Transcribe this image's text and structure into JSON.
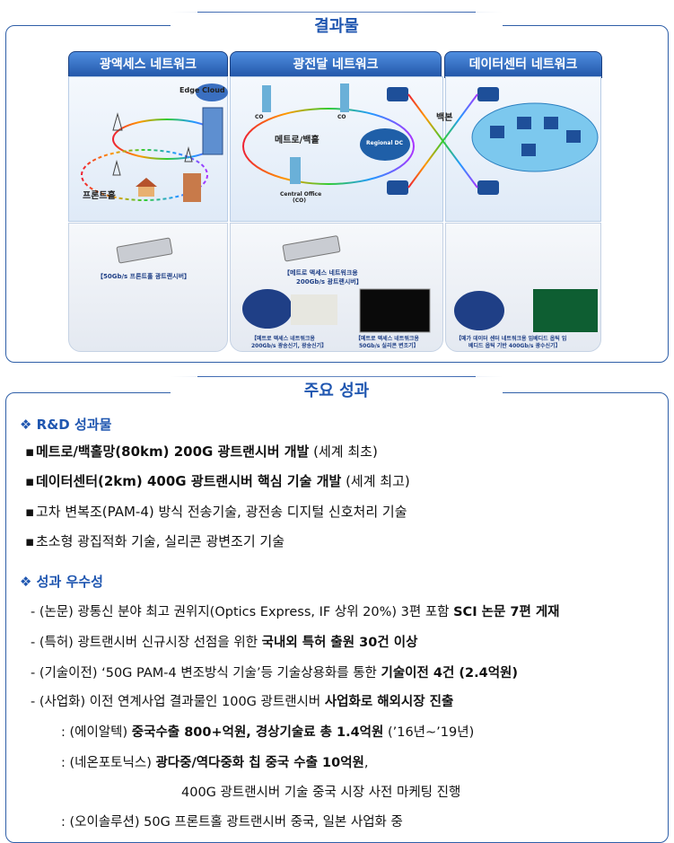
{
  "top": {
    "title": "결과물",
    "columns": [
      {
        "header": "광액세스 네트워크",
        "labels": {
          "edge": "Edge Cloud",
          "front": "프론트홀"
        },
        "caption": "【50Gb/s 프론트홀 광트랜시버】"
      },
      {
        "header": "광전달 네트워크",
        "labels": {
          "metro": "메트로/백홀",
          "co1": "CO",
          "co2": "CO",
          "central": "Central Office",
          "central2": "(CO)",
          "regional": "Regional DC",
          "backbone": "백본"
        },
        "caption1": "【메트로 액세스 네트워크용",
        "caption2": "200Gb/s 광트랜시버】",
        "caption3a": "【메트로 액세스 네트워크용",
        "caption3b": "200Gb/s 광송신기, 광송신기】",
        "caption4a": "【메트로 액세스 네트워크용",
        "caption4b": "50Gb/s 실리콘 변조기】"
      },
      {
        "header": "데이터센터 네트워크",
        "caption1": "【메가 데이터 센터 네트워크용 임베디드 옵틱 임",
        "caption2": "베디드 옵틱 기반 400Gb/s 광수신기】"
      }
    ]
  },
  "bottom": {
    "title": "주요 성과",
    "rd_title": "❖ R&D 성과물",
    "rd_items": [
      {
        "bold": "메트로/백홀망(80km) 200G 광트랜시버 개발",
        "normal": " (세계 최초)"
      },
      {
        "bold": "데이터센터(2km) 400G 광트랜시버 핵심 기술 개발",
        "normal": " (세계 최고)"
      },
      {
        "bold": "",
        "normal": "고차 변복조(PAM-4) 방식 전송기술, 광전송 디지털 신호처리 기술"
      },
      {
        "bold": "",
        "normal": "초소형 광집적화 기술, 실리콘 광변조기 기술"
      }
    ],
    "exc_title": "❖ 성과 우수성",
    "exc_items": [
      {
        "normal": "- (논문) 광통신 분야 최고 권위지(Optics Express, IF 상위 20%) 3편 포함 ",
        "bold": "SCI 논문 7편 게재"
      },
      {
        "normal": "- (특허) 광트랜시버 신규시장 선점을 위한 ",
        "bold": "국내외 특허 출원 30건 이상"
      },
      {
        "normal": "- (기술이전) ‘50G PAM-4 변조방식 기술’등 기술상용화를 통한 ",
        "bold": "기술이전 4건 (2.4억원)"
      },
      {
        "normal": "- (사업화) 이전 연계사업 결과물인 100G 광트랜시버 ",
        "bold": "사업화로 해외시장 진출"
      }
    ],
    "sub_items": [
      {
        "normal": ": (에이알텍) ",
        "bold": "중국수출 800+억원, 경상기술료 총 1.4억원",
        "tail": " (’16년~’19년)"
      },
      {
        "normal": ": (네온포토닉스) ",
        "bold": "광다중/역다중화 칩 중국 수출 10억원",
        "tail": ","
      },
      {
        "normal": "400G 광트랜시버 기술 중국 시장 사전 마케팅 진행",
        "bold": "",
        "tail": ""
      },
      {
        "normal": ": (오이솔루션) 50G 프론트홀 광트랜시버 중국, 일본 사업화 중",
        "bold": "",
        "tail": ""
      }
    ]
  }
}
